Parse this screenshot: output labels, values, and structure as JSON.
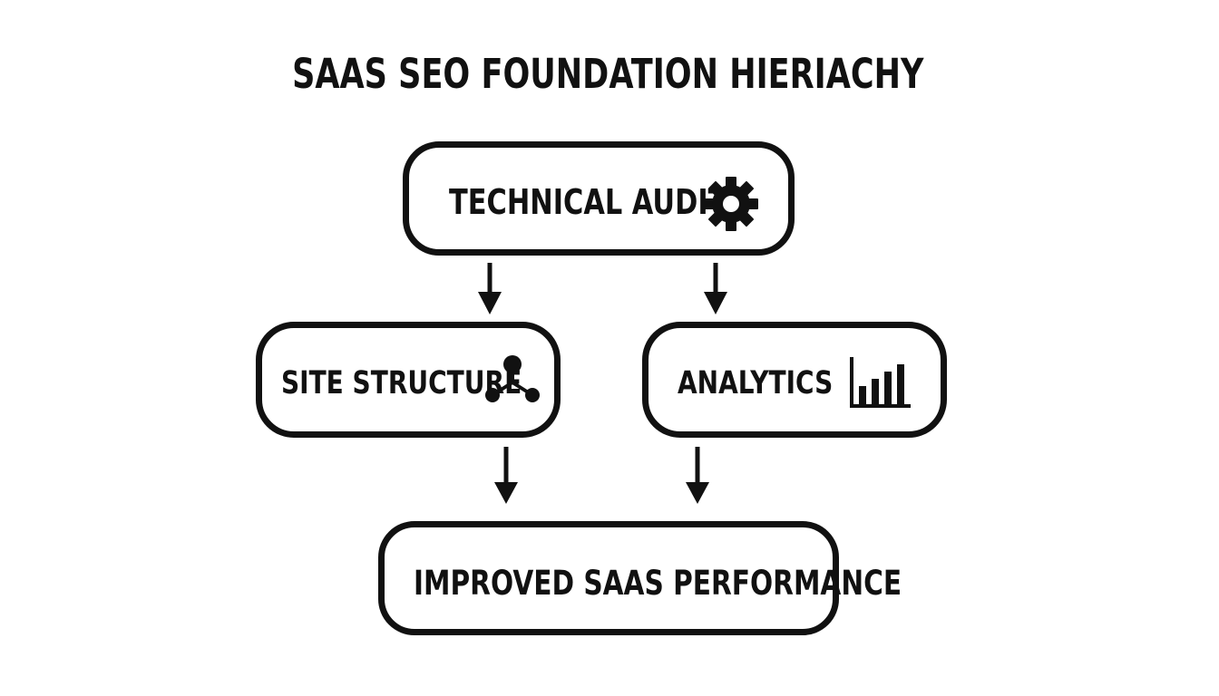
{
  "title": "SAAS SEO FOUNDATION HIERIACHY",
  "nodes": {
    "technical_audit": {
      "label": "TECHNICAL AUDIT",
      "icon": "gear-icon"
    },
    "site_structure": {
      "label": "SITE STRUCTURE",
      "icon": "network-icon"
    },
    "analytics": {
      "label": "ANALYTICS",
      "icon": "bar-chart-icon"
    },
    "improved_performance": {
      "label": "IMPROVED SAAS PERFORMANCE"
    }
  },
  "edges": [
    {
      "from": "technical_audit",
      "to": "site_structure"
    },
    {
      "from": "technical_audit",
      "to": "analytics"
    },
    {
      "from": "site_structure",
      "to": "improved_performance"
    },
    {
      "from": "analytics",
      "to": "improved_performance"
    }
  ],
  "colors": {
    "stroke": "#111111",
    "background": "#ffffff"
  }
}
